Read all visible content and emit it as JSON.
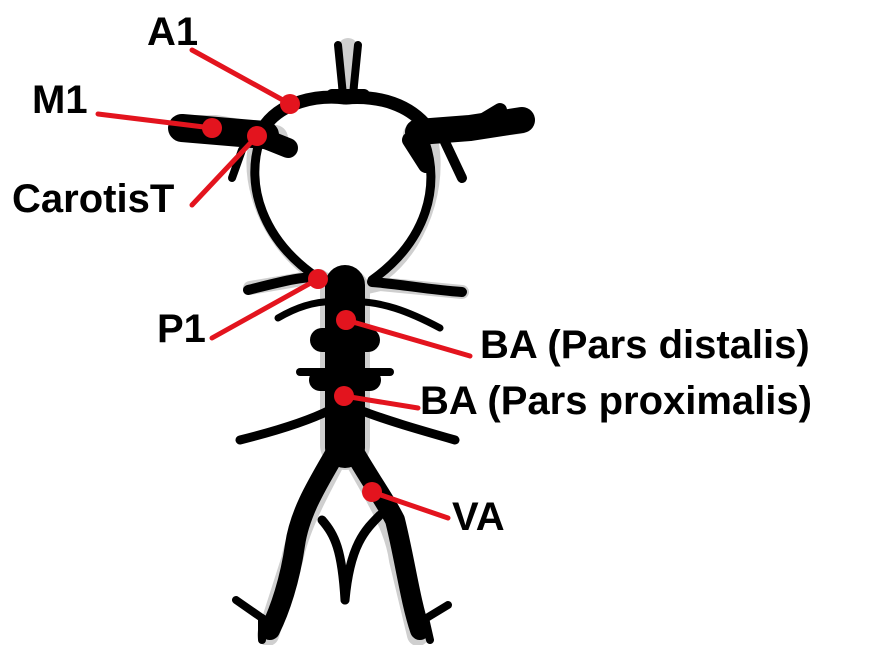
{
  "colors": {
    "vessel": "#000000",
    "vessel_shadow": "#c8c8c8",
    "marker": "#e3141e",
    "label_text": "#000000",
    "background": "#ffffff"
  },
  "labels": {
    "a1": "A1",
    "m1": "M1",
    "carotis_t": "CarotisT",
    "p1": "P1",
    "ba_distalis": "BA (Pars distalis)",
    "ba_proximalis": "BA (Pars proximalis)",
    "va": "VA"
  }
}
